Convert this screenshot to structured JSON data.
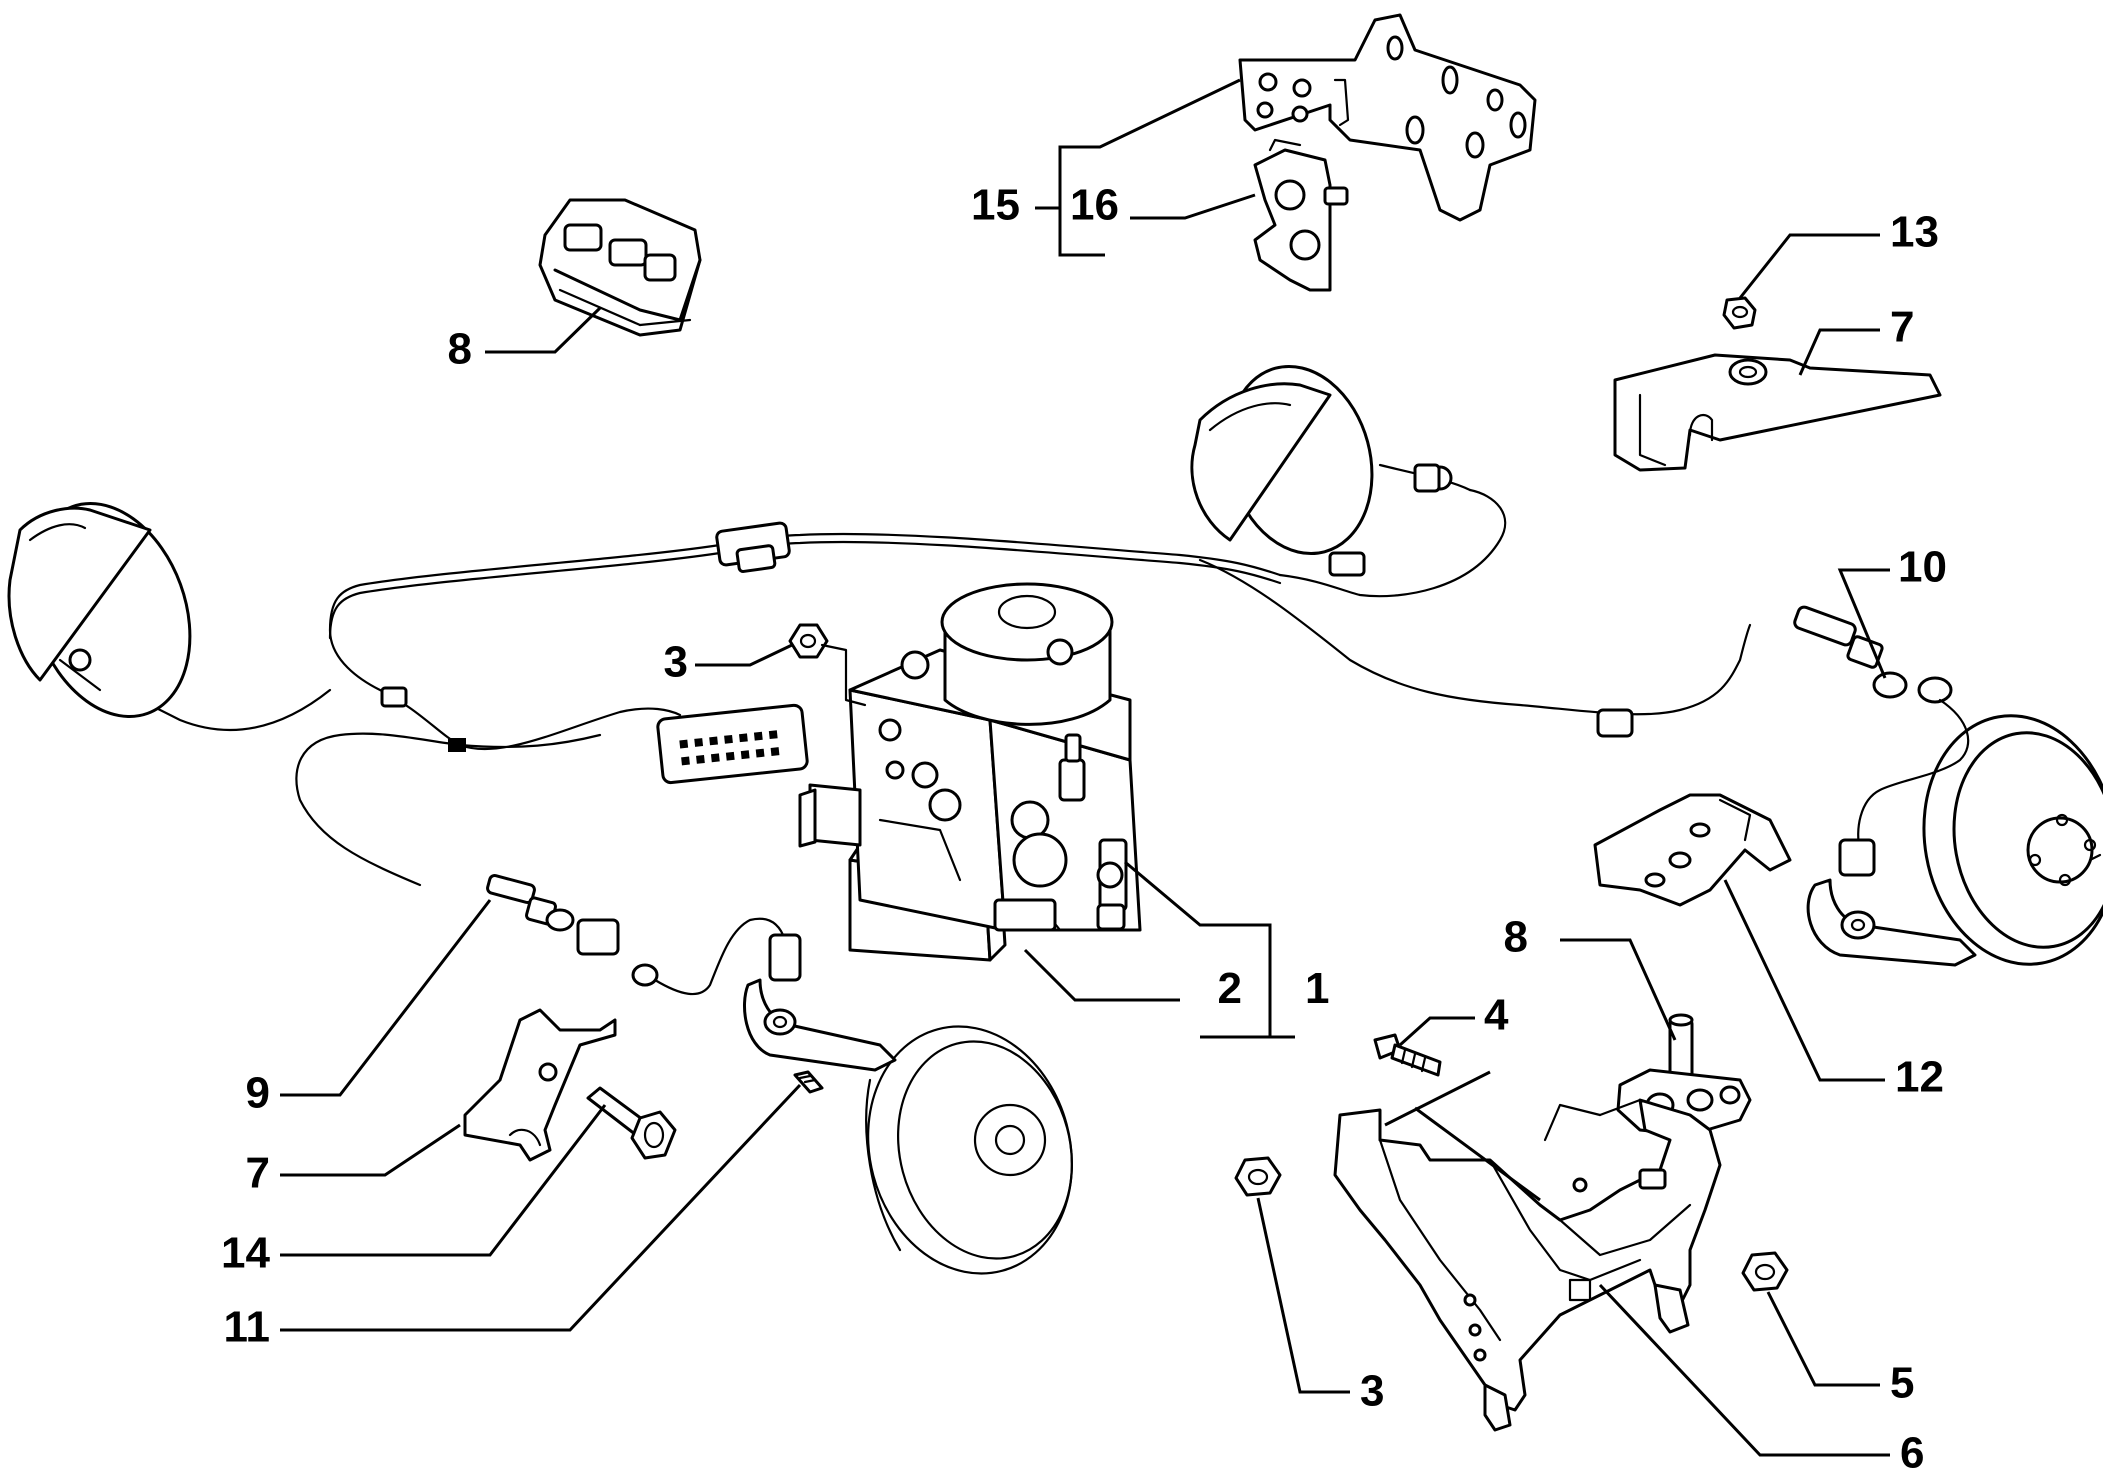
{
  "callouts": [
    {
      "id": "c1",
      "text": "1"
    },
    {
      "id": "c2",
      "text": "2"
    },
    {
      "id": "c3a",
      "text": "3"
    },
    {
      "id": "c3b",
      "text": "3"
    },
    {
      "id": "c4",
      "text": "4"
    },
    {
      "id": "c5",
      "text": "5"
    },
    {
      "id": "c6",
      "text": "6"
    },
    {
      "id": "c7a",
      "text": "7"
    },
    {
      "id": "c7b",
      "text": "7"
    },
    {
      "id": "c8a",
      "text": "8"
    },
    {
      "id": "c8b",
      "text": "8"
    },
    {
      "id": "c9",
      "text": "9"
    },
    {
      "id": "c10",
      "text": "10"
    },
    {
      "id": "c11",
      "text": "11"
    },
    {
      "id": "c12",
      "text": "12"
    },
    {
      "id": "c13",
      "text": "13"
    },
    {
      "id": "c14",
      "text": "14"
    },
    {
      "id": "c15",
      "text": "15"
    },
    {
      "id": "c16",
      "text": "16"
    }
  ]
}
